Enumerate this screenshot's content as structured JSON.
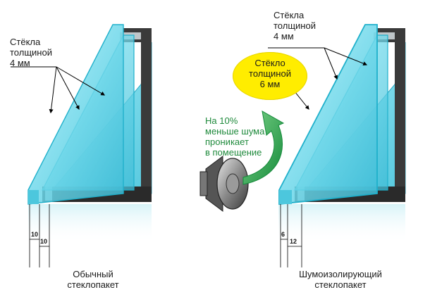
{
  "left_window": {
    "glass_label_line1": "Стёкла",
    "glass_label_line2": "толщиной",
    "glass_label_line3": "4 мм",
    "gap_top": "10",
    "gap_bottom": "10",
    "caption_line1": "Обычный",
    "caption_line2": "стеклопакет"
  },
  "right_window": {
    "glass_label_line1": "Стёкла",
    "glass_label_line2": "толщиной",
    "glass_label_line3": "4 мм",
    "bubble_line1": "Стёкло",
    "bubble_line2": "толщиной",
    "bubble_line3": "6 мм",
    "gap_top": "6",
    "gap_bottom": "12",
    "caption_line1": "Шумоизолирующий",
    "caption_line2": "стеклопакет"
  },
  "noise_note": {
    "line1": "На 10%",
    "line2": "меньше шума",
    "line3": "проникает",
    "line4": "в помещение"
  },
  "icons": [
    "speaker-icon",
    "curved-arrow-icon"
  ],
  "colors": {
    "glass": "#7fe0ee",
    "glass_edge": "#2bb8cf",
    "frame": "#2a2a2a",
    "bubble": "#ffed00",
    "arrow": "#1f8a3c"
  }
}
